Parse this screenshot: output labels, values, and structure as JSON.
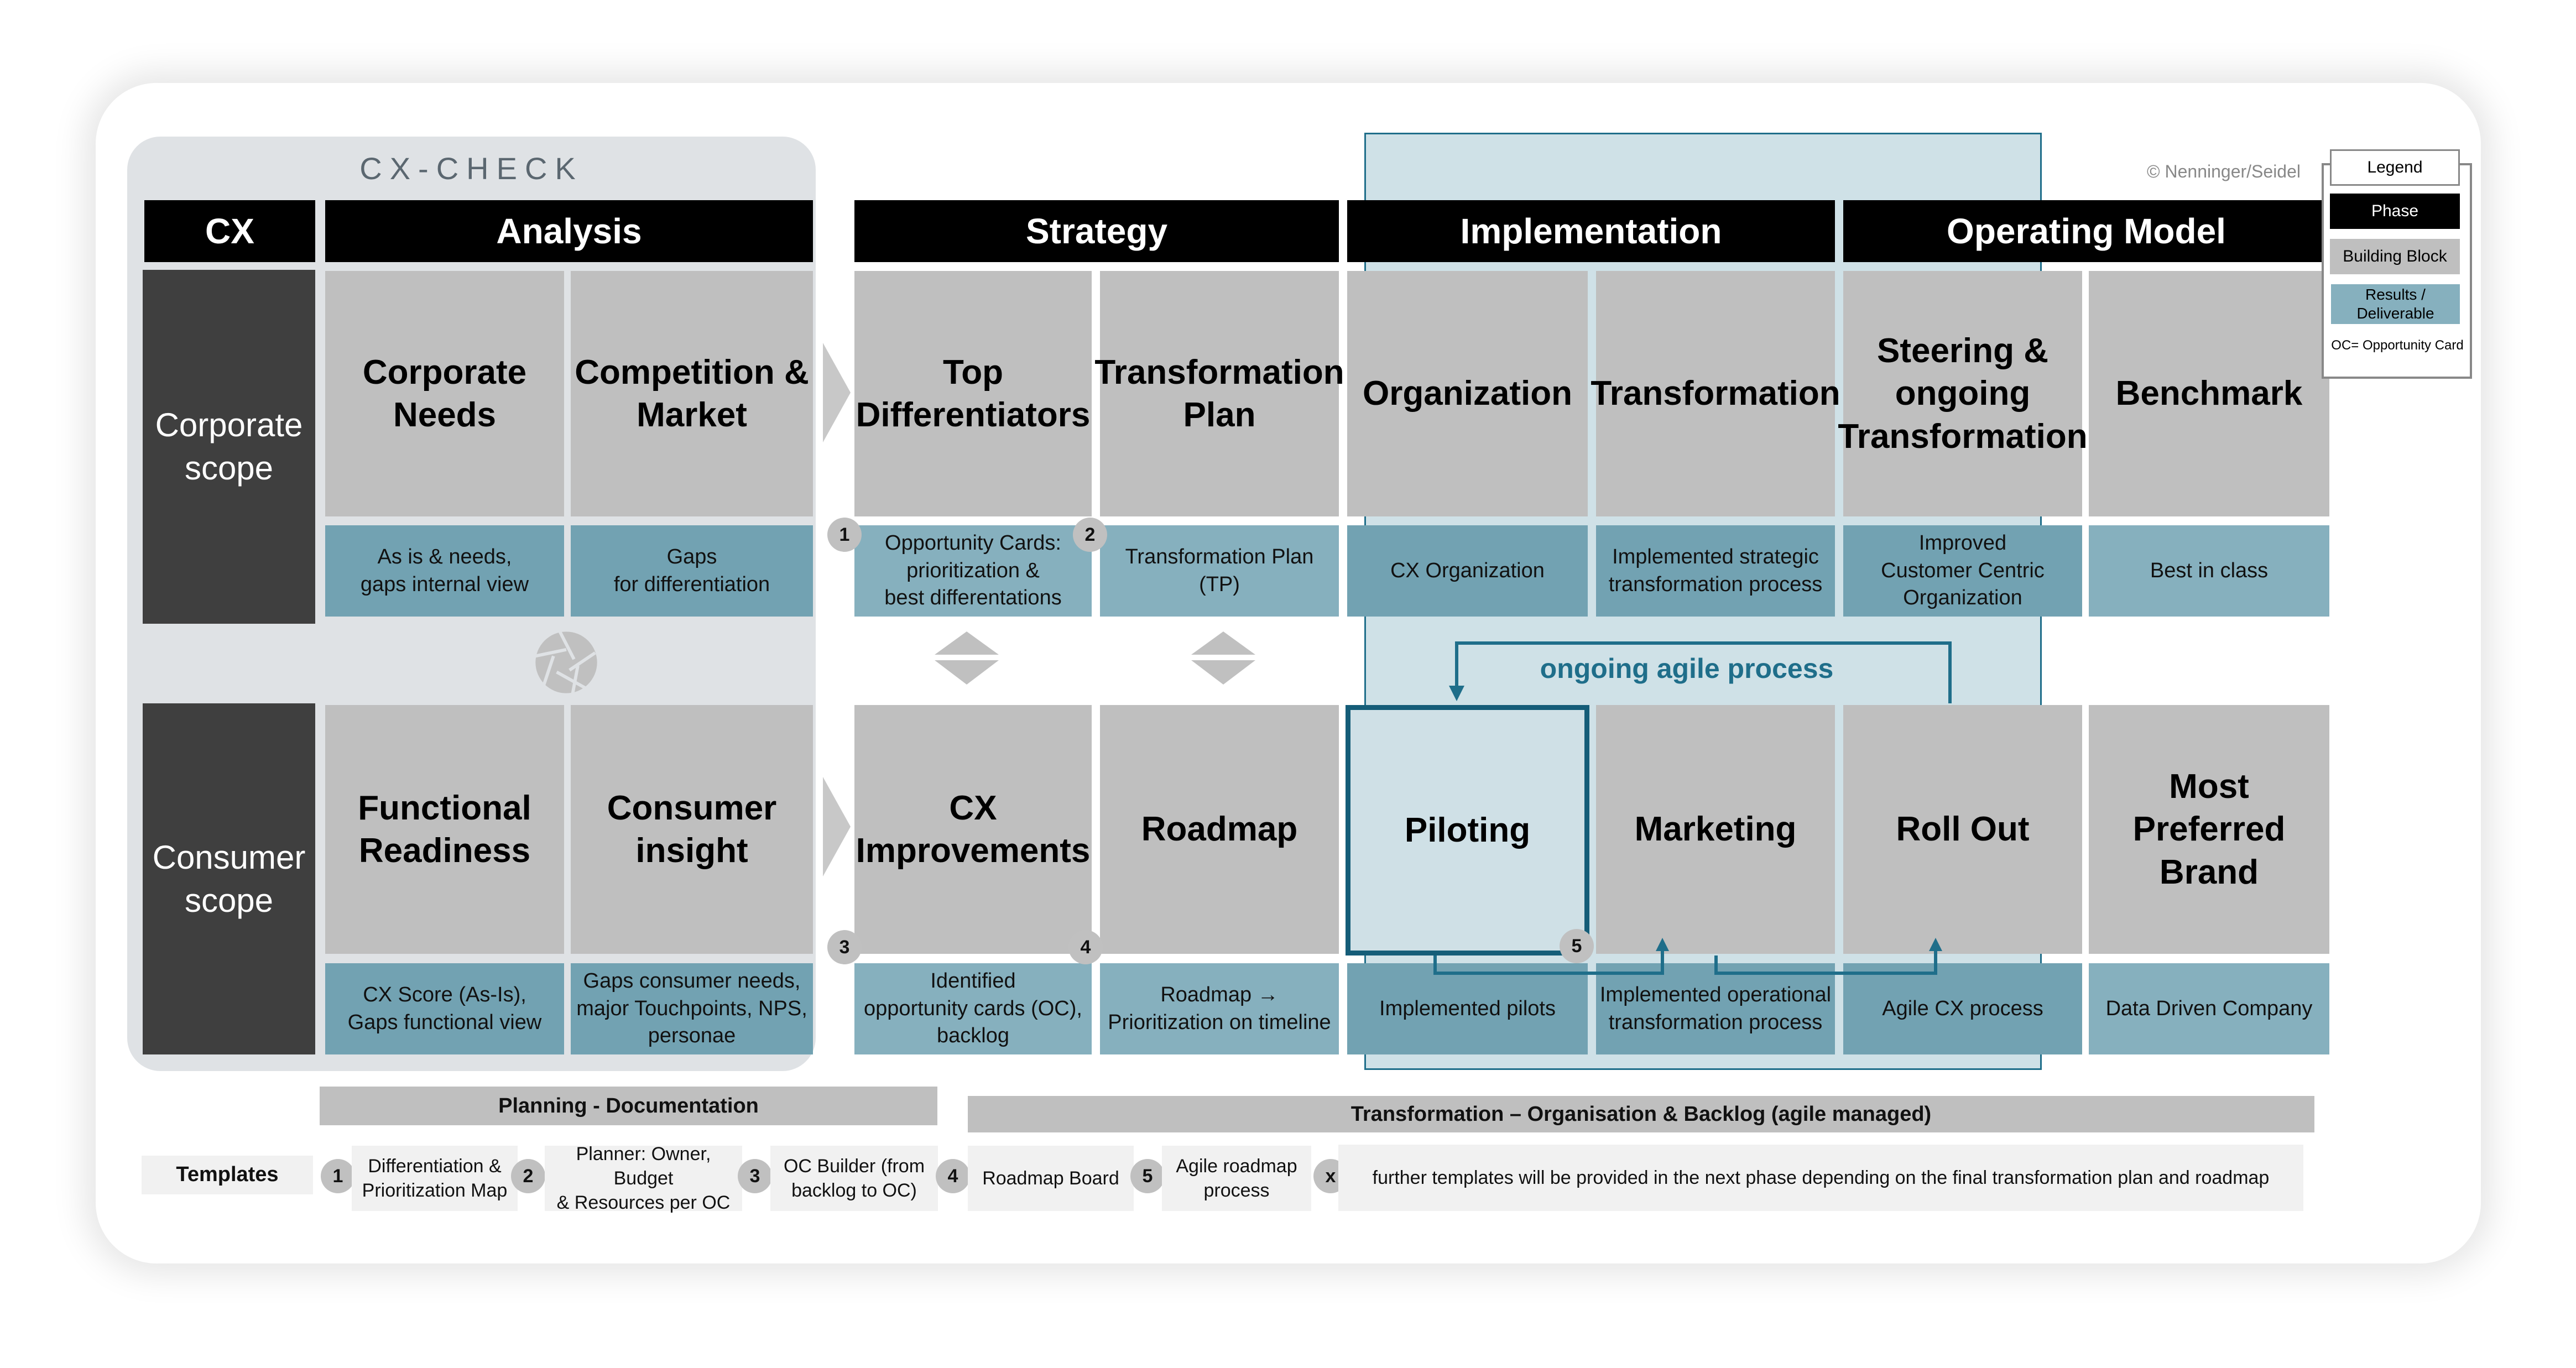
{
  "title": "CX-CHECK",
  "copyright": "© Nenninger/Seidel",
  "phases": {
    "cx": "CX",
    "analysis": "Analysis",
    "strategy": "Strategy",
    "implementation": "Implementation",
    "operating_model": "Operating Model"
  },
  "scopes": {
    "corporate": "Corporate\nscope",
    "consumer": "Consumer\nscope"
  },
  "corporate_row": {
    "blocks": [
      "Corporate\nNeeds",
      "Competition &\nMarket",
      "Top\nDifferentiators",
      "Transformation\nPlan",
      "Organization",
      "Transformation",
      "Steering &\nongoing\nTransformation",
      "Benchmark"
    ],
    "results": [
      "As is & needs,\ngaps internal view",
      "Gaps\nfor differentiation",
      "Opportunity Cards:\nprioritization &\nbest differentations",
      "Transformation Plan\n(TP)",
      "CX Organization",
      "Implemented strategic\ntransformation process",
      "Improved\nCustomer Centric\nOrganization",
      "Best in class"
    ]
  },
  "consumer_row": {
    "blocks": [
      "Functional\nReadiness",
      "Consumer\ninsight",
      "CX\nImprovements",
      "Roadmap",
      "Piloting",
      "Marketing",
      "Roll Out",
      "Most Preferred\nBrand"
    ],
    "results": [
      "CX Score (As-Is),\nGaps functional view",
      "Gaps consumer needs,\nmajor Touchpoints, NPS,\npersonae",
      "Identified\nopportunity cards (OC),\nbacklog",
      "Roadmap →\nPrioritization on timeline",
      "Implemented pilots",
      "Implemented operational\ntransformation process",
      "Agile CX process",
      "Data Driven Company"
    ]
  },
  "badges": [
    "1",
    "2",
    "3",
    "4",
    "5"
  ],
  "agile_label": "ongoing agile process",
  "bottom_bars": {
    "planning": "Planning - Documentation",
    "transformation": "Transformation – Organisation & Backlog (agile managed)"
  },
  "templates": {
    "label": "Templates",
    "items": [
      {
        "badge": "1",
        "text": "Differentiation &\nPrioritization Map"
      },
      {
        "badge": "2",
        "text": "Planner: Owner, Budget\n& Resources per OC"
      },
      {
        "badge": "3",
        "text": "OC Builder (from\nbacklog to OC)"
      },
      {
        "badge": "4",
        "text": "Roadmap Board"
      },
      {
        "badge": "5",
        "text": "Agile roadmap\nprocess"
      },
      {
        "badge": "x",
        "text": "further templates will be provided in the next phase depending on the final transformation plan and roadmap"
      }
    ]
  },
  "legend": {
    "title": "Legend",
    "phase": "Phase",
    "building_block": "Building Block",
    "results": "Results /\nDeliverable",
    "note": "OC= Opportunity Card"
  },
  "colors": {
    "phase": "#000000",
    "building_block": "#bfbfbf",
    "result": "#86b0be",
    "accent": "#1f6e8a",
    "scope": "#3f3f3f"
  }
}
